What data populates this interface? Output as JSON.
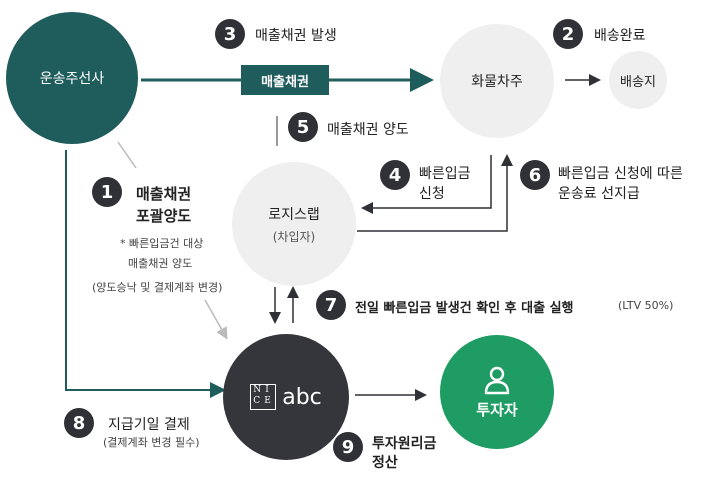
{
  "nodes": {
    "shipper": "운송주선사",
    "cargo_owner": "화물차주",
    "delivery": "배송지",
    "logis": {
      "name": "로지스랩",
      "sub": "(차입자)"
    },
    "nice": {
      "logo_n": "N",
      "logo_i": "I",
      "logo_c": "C",
      "logo_e": "E",
      "text": "abc"
    },
    "investor": "투자자"
  },
  "invoice_box": "매출채권",
  "steps": {
    "s1": {
      "num": "1",
      "line1": "매출채권",
      "line2": "포괄양도",
      "note1": "* 빠른입금건 대상",
      "note2": "매출채권 양도",
      "note3": "(양도승낙 및 결제계좌 변경)"
    },
    "s2": {
      "num": "2",
      "label": "배송완료"
    },
    "s3": {
      "num": "3",
      "label": "매출채권 발생"
    },
    "s4": {
      "num": "4",
      "line1": "빠른입금",
      "line2": "신청"
    },
    "s5": {
      "num": "5",
      "label": "매출채권 양도"
    },
    "s6": {
      "num": "6",
      "line1": "빠른입금 신청에 따른",
      "line2": "운송료 선지급"
    },
    "s7": {
      "num": "7",
      "label": "전일 빠른입금 발생건 확인 후 대출 실행",
      "note": "(LTV 50%)"
    },
    "s8": {
      "num": "8",
      "label": "지급기일 결제",
      "note": "(결제계좌 변경 필수)"
    },
    "s9": {
      "num": "9",
      "line1": "투자원리금",
      "line2": "정산"
    }
  },
  "colors": {
    "teal": "#1f5c5c",
    "dark": "#2f3136",
    "green": "#1f9c63",
    "light": "#efefef"
  }
}
